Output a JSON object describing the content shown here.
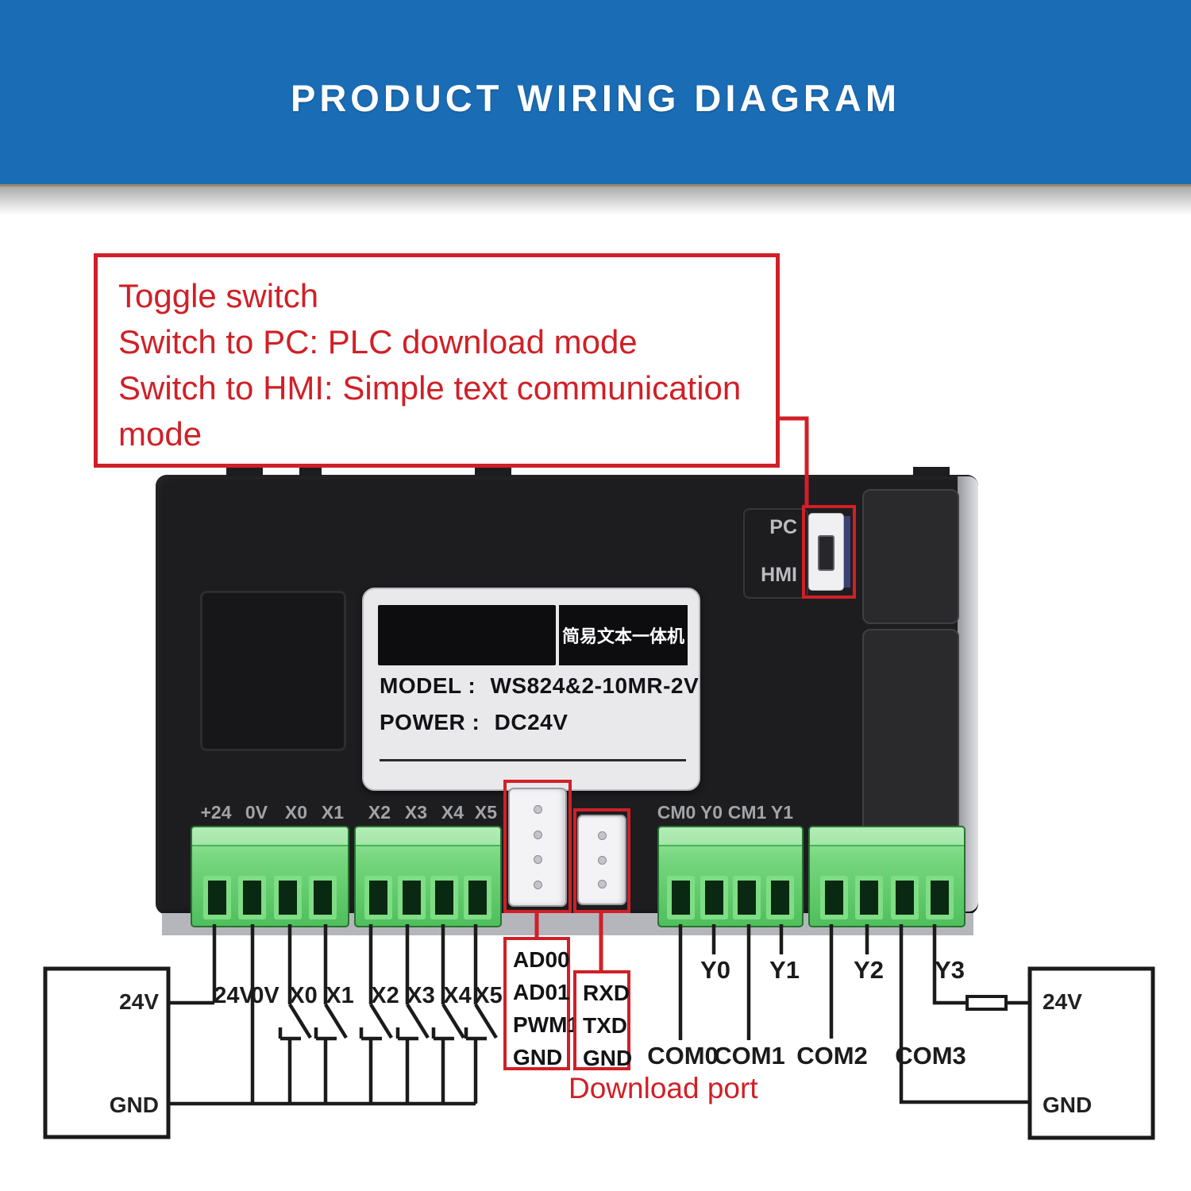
{
  "header": {
    "title": "PRODUCT WIRING DIAGRAM"
  },
  "note": {
    "lines": [
      "Toggle switch",
      "Switch to PC: PLC download mode",
      "Switch to HMI: Simple text communication",
      "mode"
    ]
  },
  "device": {
    "mode_switch": {
      "top_label": "PC",
      "bottom_label": "HMI"
    },
    "plate": {
      "product_name_cn": "简易文本一体机",
      "model_label": "MODEL :",
      "model_value": "WS824&2-10MR-2V",
      "power_label": "POWER :",
      "power_value": "DC24V"
    },
    "terminal_labels": {
      "inputs": [
        "+24",
        "0V",
        "X0",
        "X1",
        "X2",
        "X3",
        "X4",
        "X5"
      ],
      "outputs": [
        "CM0",
        "Y0",
        "CM1",
        "Y1"
      ]
    }
  },
  "wiring": {
    "left_supply": {
      "plus": "24V",
      "minus": "GND"
    },
    "right_supply": {
      "plus": "24V",
      "minus": "GND"
    },
    "input_lines": [
      "24V",
      "0V",
      "X0",
      "X1",
      "X2",
      "X3",
      "X4",
      "X5"
    ],
    "analog_port_pins": [
      "AD00",
      "AD01",
      "PWM1",
      "GND"
    ],
    "serial_port_pins": [
      "RXD",
      "TXD",
      "GND"
    ],
    "download_caption": "Download port",
    "output_lines": [
      "Y0",
      "Y1",
      "Y2",
      "Y3"
    ],
    "common_lines": [
      "COM0",
      "COM1",
      "COM2",
      "COM3"
    ]
  },
  "colors": {
    "header_blue": "#1a6cb5",
    "accent_red": "#d02027",
    "terminal_green": "#5cc768",
    "device_black": "#1d1d20"
  }
}
